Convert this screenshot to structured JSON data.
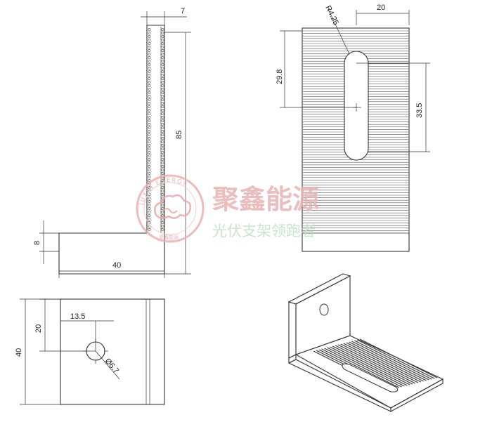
{
  "dimensions": {
    "side_thickness": "7",
    "side_height": "85",
    "side_base_thickness": "8",
    "side_base_length": "40",
    "front_slot_width": "20",
    "front_slot_radius": "R4.25",
    "front_slot_offset": "29.8",
    "front_slot_length": "33.5",
    "top_hole_offset_x": "13.5",
    "top_hole_offset_y": "20",
    "top_width": "40",
    "top_hole_diameter": "Ø6.7"
  },
  "watermark": {
    "brand_cn": "聚鑫能源",
    "tagline_cn": "光伏支架领跑者",
    "ring_text": "JUXIN ENERGY",
    "seal_text": "聚鑫能源"
  },
  "colors": {
    "line": "#333333",
    "watermark_red": "#e7b3b3",
    "watermark_green": "#bfe0c0"
  }
}
